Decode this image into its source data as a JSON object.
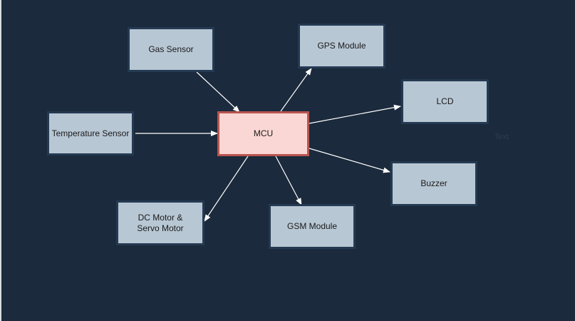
{
  "diagram": {
    "colors": {
      "background": "#1b2a3c",
      "node_fill": "#b8c7d4",
      "node_border": "#243a52",
      "mcu_fill": "#fad7d4",
      "mcu_border": "#b85450",
      "arrow": "#ffffff"
    },
    "nodes": {
      "mcu": "MCU",
      "gas_sensor": "Gas Sensor",
      "temperature_sensor": "Temperature Sensor",
      "gps_module": "GPS Module",
      "lcd": "LCD",
      "buzzer": "Buzzer",
      "gsm_module": "GSM Module",
      "dc_motor_line1": "DC Motor &",
      "dc_motor_line2": "Servo Motor"
    },
    "edges": [
      {
        "from": "Gas Sensor",
        "to": "MCU"
      },
      {
        "from": "Temperature Sensor",
        "to": "MCU"
      },
      {
        "from": "MCU",
        "to": "GPS Module"
      },
      {
        "from": "MCU",
        "to": "LCD"
      },
      {
        "from": "MCU",
        "to": "Buzzer"
      },
      {
        "from": "MCU",
        "to": "GSM Module"
      },
      {
        "from": "MCU",
        "to": "DC Motor & Servo Motor"
      }
    ],
    "free_text": "Text"
  }
}
